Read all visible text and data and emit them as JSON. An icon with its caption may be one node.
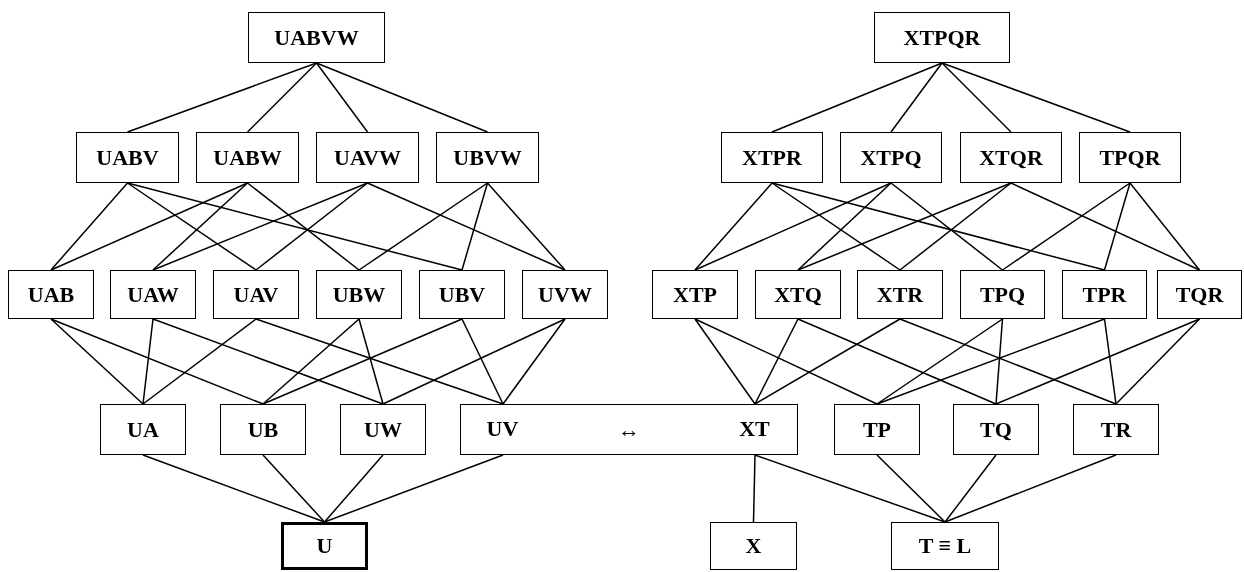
{
  "diagram": {
    "nodes": [
      {
        "text": [
          "UABVW"
        ]
      },
      {
        "text": [
          "XTPQR"
        ]
      },
      {
        "text": [
          "UABV"
        ]
      },
      {
        "text": [
          "UABW"
        ]
      },
      {
        "text": [
          "UAVW"
        ]
      },
      {
        "text": [
          "UBVW"
        ]
      },
      {
        "text": [
          "XTPR"
        ]
      },
      {
        "text": [
          "XTPQ"
        ]
      },
      {
        "text": [
          "XTQR"
        ]
      },
      {
        "text": [
          "TPQR"
        ]
      },
      {
        "text": [
          "UAB"
        ]
      },
      {
        "text": [
          "UAW"
        ]
      },
      {
        "text": [
          "UAV"
        ]
      },
      {
        "text": [
          "UBW"
        ]
      },
      {
        "text": [
          "UBV"
        ]
      },
      {
        "text": [
          "UVW"
        ]
      },
      {
        "text": [
          "XTP"
        ]
      },
      {
        "text": [
          "XTQ"
        ]
      },
      {
        "text": [
          "XTR"
        ]
      },
      {
        "text": [
          "TPQ"
        ]
      },
      {
        "text": [
          "TPR"
        ]
      },
      {
        "text": [
          "TQR"
        ]
      },
      {
        "text": [
          "UA"
        ]
      },
      {
        "text": [
          "UB"
        ]
      },
      {
        "text": [
          "UW"
        ]
      },
      {
        "text": [
          "↔"
        ]
      },
      {
        "text": [
          "UV"
        ],
        "in": 25
      },
      {
        "text": [
          "XT"
        ],
        "in": 25
      },
      {
        "text": [
          "TP"
        ]
      },
      {
        "text": [
          "TQ"
        ]
      },
      {
        "text": [
          "TR"
        ]
      },
      {
        "text": [
          "U"
        ]
      },
      {
        "text": [
          "X"
        ]
      },
      {
        "text": [
          "T ≡ L"
        ]
      }
    ],
    "edges": [
      {
        "from": 0,
        "to": 2,
        "arrow": "none"
      },
      {
        "from": 0,
        "to": 3,
        "arrow": "none"
      },
      {
        "from": 0,
        "to": 4,
        "arrow": "none"
      },
      {
        "from": 0,
        "to": 5,
        "arrow": "none"
      },
      {
        "from": 1,
        "to": 6,
        "arrow": "none"
      },
      {
        "from": 1,
        "to": 7,
        "arrow": "none"
      },
      {
        "from": 1,
        "to": 8,
        "arrow": "none"
      },
      {
        "from": 1,
        "to": 9,
        "arrow": "none"
      },
      {
        "from": 2,
        "to": 10,
        "arrow": "none"
      },
      {
        "from": 2,
        "to": 12,
        "arrow": "none"
      },
      {
        "from": 2,
        "to": 14,
        "arrow": "none"
      },
      {
        "from": 3,
        "to": 10,
        "arrow": "none"
      },
      {
        "from": 3,
        "to": 11,
        "arrow": "none"
      },
      {
        "from": 3,
        "to": 13,
        "arrow": "none"
      },
      {
        "from": 4,
        "to": 11,
        "arrow": "none"
      },
      {
        "from": 4,
        "to": 12,
        "arrow": "none"
      },
      {
        "from": 4,
        "to": 15,
        "arrow": "none"
      },
      {
        "from": 5,
        "to": 13,
        "arrow": "none"
      },
      {
        "from": 5,
        "to": 14,
        "arrow": "none"
      },
      {
        "from": 5,
        "to": 15,
        "arrow": "none"
      },
      {
        "from": 6,
        "to": 16,
        "arrow": "none"
      },
      {
        "from": 6,
        "to": 18,
        "arrow": "none"
      },
      {
        "from": 6,
        "to": 20,
        "arrow": "none"
      },
      {
        "from": 7,
        "to": 16,
        "arrow": "none"
      },
      {
        "from": 7,
        "to": 17,
        "arrow": "none"
      },
      {
        "from": 7,
        "to": 19,
        "arrow": "none"
      },
      {
        "from": 8,
        "to": 17,
        "arrow": "none"
      },
      {
        "from": 8,
        "to": 18,
        "arrow": "none"
      },
      {
        "from": 8,
        "to": 21,
        "arrow": "none"
      },
      {
        "from": 9,
        "to": 19,
        "arrow": "none"
      },
      {
        "from": 9,
        "to": 20,
        "arrow": "none"
      },
      {
        "from": 9,
        "to": 21,
        "arrow": "none"
      },
      {
        "from": 10,
        "to": 22,
        "arrow": "none"
      },
      {
        "from": 10,
        "to": 23,
        "arrow": "none"
      },
      {
        "from": 11,
        "to": 22,
        "arrow": "none"
      },
      {
        "from": 11,
        "to": 24,
        "arrow": "none"
      },
      {
        "from": 12,
        "to": 22,
        "arrow": "none"
      },
      {
        "from": 12,
        "to": 26,
        "arrow": "none"
      },
      {
        "from": 13,
        "to": 23,
        "arrow": "none"
      },
      {
        "from": 13,
        "to": 24,
        "arrow": "none"
      },
      {
        "from": 14,
        "to": 23,
        "arrow": "none"
      },
      {
        "from": 14,
        "to": 26,
        "arrow": "none"
      },
      {
        "from": 15,
        "to": 24,
        "arrow": "none"
      },
      {
        "from": 15,
        "to": 26,
        "arrow": "none"
      },
      {
        "from": 16,
        "to": 27,
        "arrow": "none"
      },
      {
        "from": 16,
        "to": 28,
        "arrow": "none"
      },
      {
        "from": 17,
        "to": 27,
        "arrow": "none"
      },
      {
        "from": 17,
        "to": 29,
        "arrow": "none"
      },
      {
        "from": 18,
        "to": 27,
        "arrow": "none"
      },
      {
        "from": 18,
        "to": 30,
        "arrow": "none"
      },
      {
        "from": 19,
        "to": 28,
        "arrow": "none"
      },
      {
        "from": 19,
        "to": 29,
        "arrow": "none"
      },
      {
        "from": 20,
        "to": 28,
        "arrow": "none"
      },
      {
        "from": 20,
        "to": 30,
        "arrow": "none"
      },
      {
        "from": 21,
        "to": 29,
        "arrow": "none"
      },
      {
        "from": 21,
        "to": 30,
        "arrow": "none"
      },
      {
        "from": 22,
        "to": 31,
        "arrow": "none"
      },
      {
        "from": 23,
        "to": 31,
        "arrow": "none"
      },
      {
        "from": 24,
        "to": 31,
        "arrow": "none"
      },
      {
        "from": 26,
        "to": 31,
        "arrow": "none"
      },
      {
        "from": 27,
        "to": 32,
        "arrow": "none"
      },
      {
        "from": 27,
        "to": 33,
        "arrow": "none"
      },
      {
        "from": 28,
        "to": 33,
        "arrow": "none"
      },
      {
        "from": 29,
        "to": 33,
        "arrow": "none"
      },
      {
        "from": 30,
        "to": 33,
        "arrow": "none"
      }
    ]
  }
}
